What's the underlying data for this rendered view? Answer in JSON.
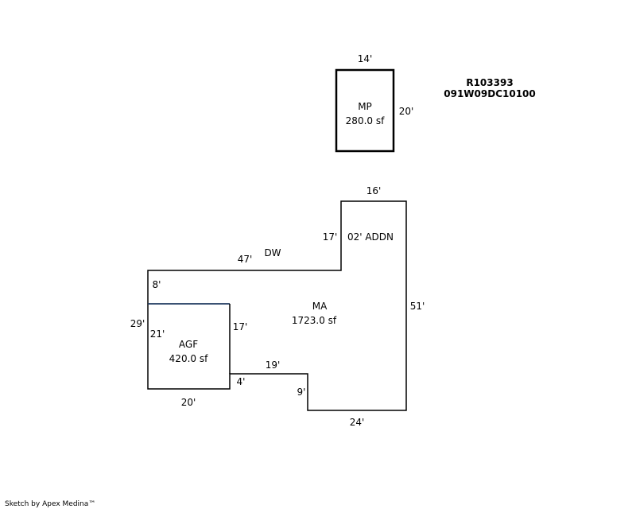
{
  "parcel": {
    "account": "R103393",
    "map_id": "091W09DC10100"
  },
  "mp": {
    "name": "MP",
    "area": "280.0 sf",
    "dim_top": "14'",
    "dim_right": "20'"
  },
  "main": {
    "dw_label": "DW",
    "addition_label": "02' ADDN",
    "name": "MA",
    "area": "1723.0 sf",
    "dims": {
      "top_addn": "16'",
      "left_addn": "17'",
      "top_main": "47'",
      "right": "51'",
      "bottom": "24'",
      "step_down": "9'",
      "notch_top": "19'",
      "notch_side": "4'",
      "left_upper": "8'",
      "left_total": "29'"
    }
  },
  "agf": {
    "name": "AGF",
    "area": "420.0 sf",
    "dim_left": "21'",
    "dim_right": "17'",
    "dim_bottom": "20'"
  },
  "footer": {
    "credit": "Sketch by Apex Medina™"
  },
  "colors": {
    "line": "#000000",
    "garage_top": "#1f3a5f"
  }
}
